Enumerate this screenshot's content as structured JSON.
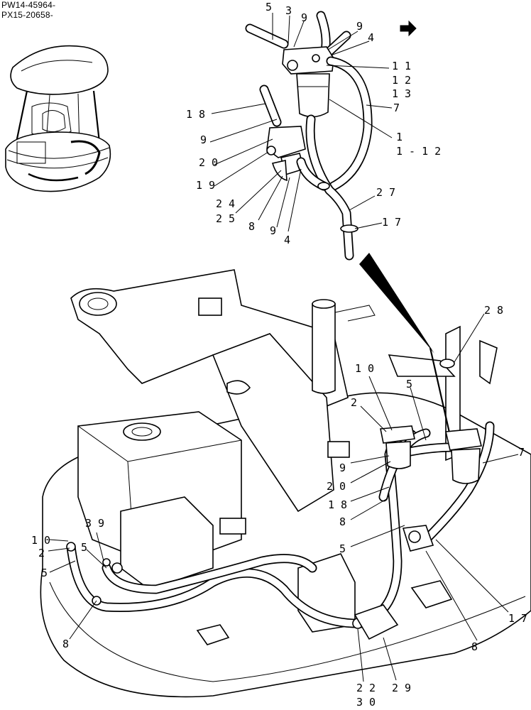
{
  "header": {
    "serial_1": "PW14-45964-",
    "serial_2": "PX15-20658-"
  },
  "icons": {
    "nav_arrow": "arrow-right-icon",
    "view_direction": "view-direction-arrow"
  },
  "callouts": [
    {
      "id": "c-5-top",
      "text": "5"
    },
    {
      "id": "c-3-top",
      "text": "3"
    },
    {
      "id": "c-9-top",
      "text": "9"
    },
    {
      "id": "c-9-topright",
      "text": "9"
    },
    {
      "id": "c-4-topright",
      "text": "4"
    },
    {
      "id": "c-11",
      "text": "1 1"
    },
    {
      "id": "c-12",
      "text": "1 2"
    },
    {
      "id": "c-13",
      "text": "1 3"
    },
    {
      "id": "c-7-top",
      "text": "7"
    },
    {
      "id": "c-18-top",
      "text": "1 8"
    },
    {
      "id": "c-9-mid",
      "text": "9"
    },
    {
      "id": "c-1",
      "text": "1"
    },
    {
      "id": "c-1-12",
      "text": "1 - 1 2"
    },
    {
      "id": "c-20-top",
      "text": "2 0"
    },
    {
      "id": "c-19",
      "text": "1 9"
    },
    {
      "id": "c-27",
      "text": "2 7"
    },
    {
      "id": "c-24",
      "text": "2 4"
    },
    {
      "id": "c-25",
      "text": "2 5"
    },
    {
      "id": "c-17-top",
      "text": "1 7"
    },
    {
      "id": "c-8-top",
      "text": "8"
    },
    {
      "id": "c-9-bot",
      "text": "9"
    },
    {
      "id": "c-4-bot",
      "text": "4"
    },
    {
      "id": "c-28",
      "text": "2 8"
    },
    {
      "id": "c-10-mid",
      "text": "1 0"
    },
    {
      "id": "c-5-mid",
      "text": "5"
    },
    {
      "id": "c-2-mid",
      "text": "2"
    },
    {
      "id": "c-7-mid",
      "text": "7"
    },
    {
      "id": "c-9-main",
      "text": "9"
    },
    {
      "id": "c-20-main",
      "text": "2 0"
    },
    {
      "id": "c-18-main",
      "text": "1 8"
    },
    {
      "id": "c-8-main",
      "text": "8"
    },
    {
      "id": "c-5-main",
      "text": "5"
    },
    {
      "id": "c-10-left",
      "text": "1 0"
    },
    {
      "id": "c-39",
      "text": "3 9"
    },
    {
      "id": "c-2-left",
      "text": "2"
    },
    {
      "id": "c-5-left",
      "text": "5"
    },
    {
      "id": "c-5-left2",
      "text": "5"
    },
    {
      "id": "c-8-left",
      "text": "8"
    },
    {
      "id": "c-17-right",
      "text": "1 7"
    },
    {
      "id": "c-8-right",
      "text": "8"
    },
    {
      "id": "c-22",
      "text": "2 2"
    },
    {
      "id": "c-30",
      "text": "3 0"
    },
    {
      "id": "c-29",
      "text": "2 9"
    }
  ]
}
